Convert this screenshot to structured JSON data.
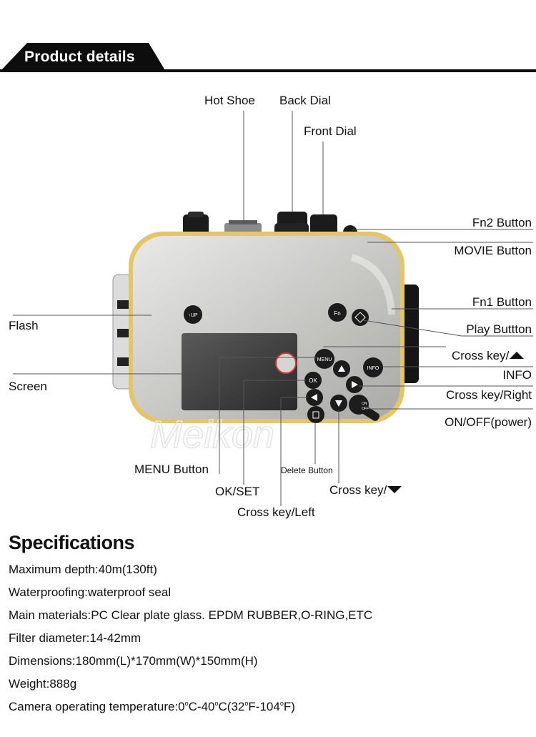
{
  "header": {
    "title": "Product details"
  },
  "callouts": {
    "hot_shoe": "Hot Shoe",
    "back_dial": "Back Dial",
    "front_dial": "Front Dial",
    "fn2": "Fn2 Button",
    "movie": "MOVIE Button",
    "fn1": "Fn1 Button",
    "play": "Play Buttton",
    "cross_up": "Cross key/",
    "info": "INFO",
    "cross_right": "Cross key/Right",
    "on_off": "ON/OFF(power)",
    "flash": "Flash",
    "screen": "Screen",
    "menu": "MENU Button",
    "ok_set": "OK/SET",
    "cross_left": "Cross key/Left",
    "delete": "Delete Button",
    "cross_down": "Cross key/"
  },
  "housing_buttons": {
    "up": "↑UP",
    "fn": "Fn",
    "menu": "MENU",
    "ok": "OK",
    "info": "INFO",
    "on": "ON",
    "off": "OFF"
  },
  "watermark": "Meikon",
  "specifications": {
    "title": "Specifications",
    "max_depth": "Maximum depth:40m(130ft)",
    "waterproofing": "Waterproofing:waterproof seal",
    "materials": "Main materials:PC Clear plate glass. EPDM RUBBER,O-RING,ETC",
    "filter": "Filter diameter:14-42mm",
    "dimensions": "Dimensions:180mm(L)*170mm(W)*150mm(H)",
    "weight": "Weight:888g",
    "temp_prefix": "Camera operating temperature:0",
    "temp_mid1": "C-40",
    "temp_mid2": "C(32",
    "temp_mid3": "F-104",
    "temp_end": "F)",
    "degree": "o"
  }
}
